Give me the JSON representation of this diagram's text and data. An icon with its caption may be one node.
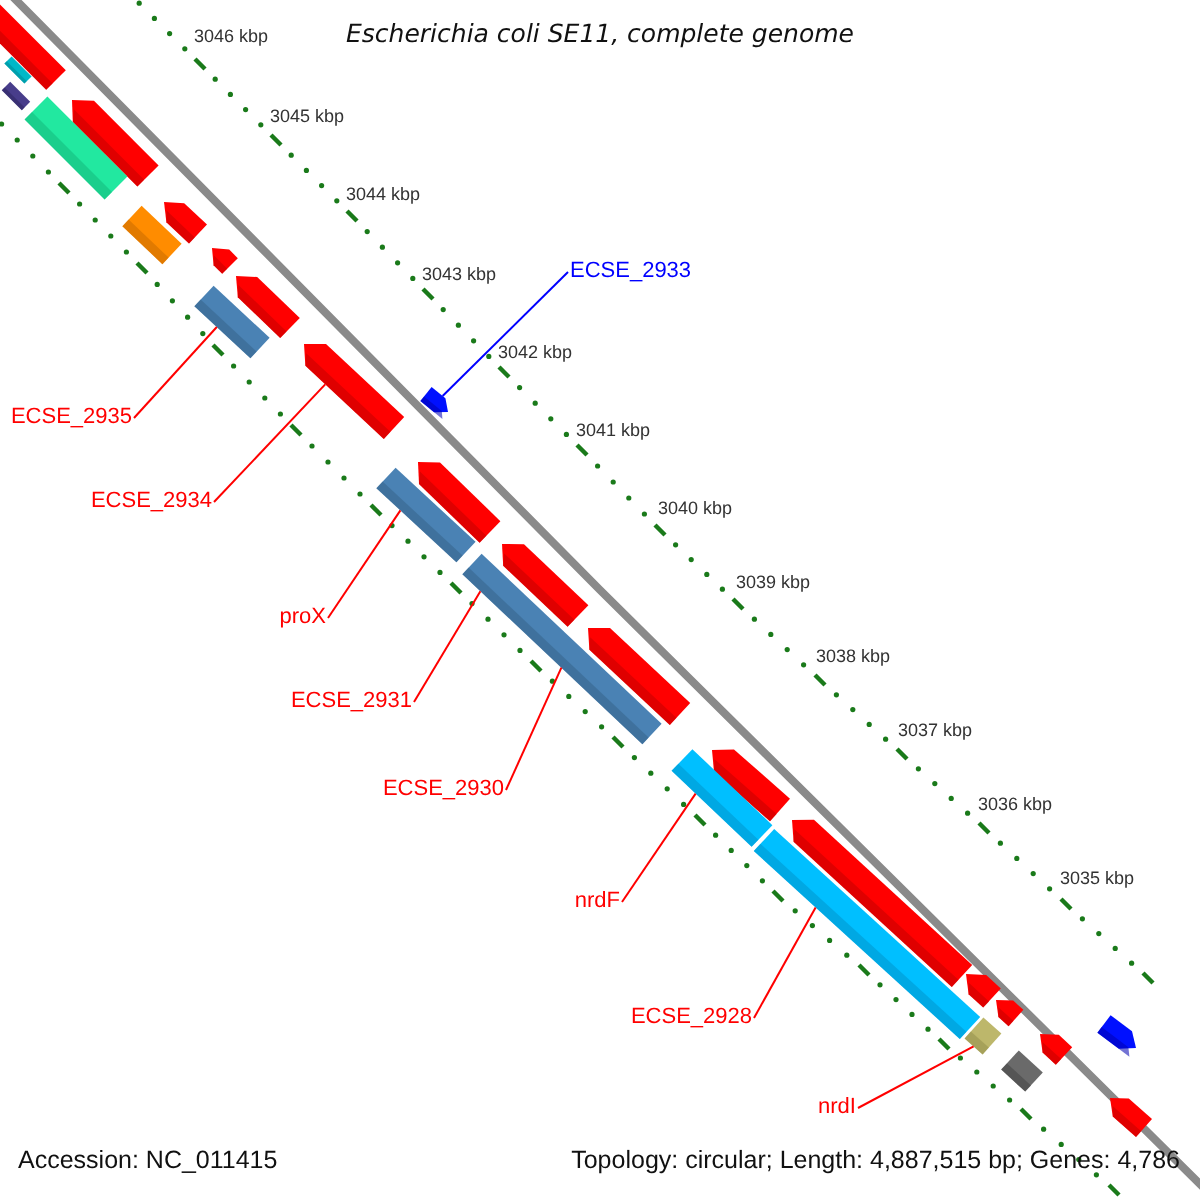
{
  "diagram": {
    "title": "Escherichia coli SE11, complete genome",
    "nodes": [
      {
        "text": [
          "ECSE_2933"
        ]
      },
      {
        "text": [],
        "shape": "arrow"
      },
      {
        "text": [],
        "shape": "bar"
      },
      {
        "text": [
          "ECSE_2935"
        ]
      },
      {
        "text": [],
        "shape": "arrow"
      },
      {
        "text": [
          "ECSE_2934"
        ]
      },
      {
        "text": [],
        "shape": "bar"
      },
      {
        "text": [
          "proX"
        ]
      },
      {
        "text": [],
        "shape": "bar"
      },
      {
        "text": [
          "ECSE_2931"
        ]
      },
      {
        "text": [
          "ECSE_2930"
        ]
      },
      {
        "text": [],
        "shape": "bar"
      },
      {
        "text": [
          "nrdF"
        ]
      },
      {
        "text": [],
        "shape": "bar"
      },
      {
        "text": [
          "ECSE_2928"
        ]
      },
      {
        "text": [],
        "shape": "bar"
      },
      {
        "text": [
          "nrdI"
        ]
      },
      {
        "text": [],
        "shape": "bar"
      },
      {
        "text": [],
        "shape": "arrow"
      },
      {
        "text": [],
        "shape": "arrow"
      },
      {
        "text": [],
        "shape": "arrow"
      },
      {
        "text": [],
        "shape": "arrow"
      },
      {
        "text": [],
        "shape": "arrow"
      },
      {
        "text": [],
        "shape": "arrow"
      },
      {
        "text": [],
        "shape": "arrow"
      },
      {
        "text": [],
        "shape": "arrow"
      },
      {
        "text": [],
        "shape": "arrow"
      },
      {
        "text": [],
        "shape": "arrow"
      },
      {
        "text": [],
        "shape": "arrow"
      },
      {
        "text": [],
        "shape": "arrow"
      },
      {
        "text": [],
        "shape": "arrow"
      },
      {
        "text": [],
        "shape": "arrow"
      },
      {
        "text": [],
        "shape": "bar"
      },
      {
        "text": [],
        "shape": "bar"
      },
      {
        "text": [],
        "shape": "bar"
      },
      {
        "text": [],
        "shape": "bar"
      },
      {
        "text": [],
        "shape": "bar"
      }
    ],
    "edges": [
      {
        "from": 0,
        "to": 1,
        "arrow": "none",
        "color": "#0000ff"
      },
      {
        "from": 3,
        "to": 2,
        "arrow": "none"
      },
      {
        "from": 5,
        "to": 4,
        "arrow": "none"
      },
      {
        "from": 7,
        "to": 6,
        "arrow": "none"
      },
      {
        "from": 9,
        "to": 8,
        "arrow": "none"
      },
      {
        "from": 10,
        "to": 8,
        "arrow": "none"
      },
      {
        "from": 12,
        "to": 11,
        "arrow": "none"
      },
      {
        "from": 14,
        "to": 13,
        "arrow": "none"
      },
      {
        "from": 16,
        "to": 15,
        "arrow": "none"
      }
    ],
    "labels": [
      "3046 kbp",
      "3045 kbp",
      "3044 kbp",
      "3043 kbp",
      "3042 kbp",
      "3041 kbp",
      "3040 kbp",
      "3039 kbp",
      "3038 kbp",
      "3037 kbp",
      "3036 kbp",
      "3035 kbp",
      "Accession: NC_011415",
      "Topology: circular; Length: 4,887,515 bp; Genes: 4,786"
    ]
  }
}
